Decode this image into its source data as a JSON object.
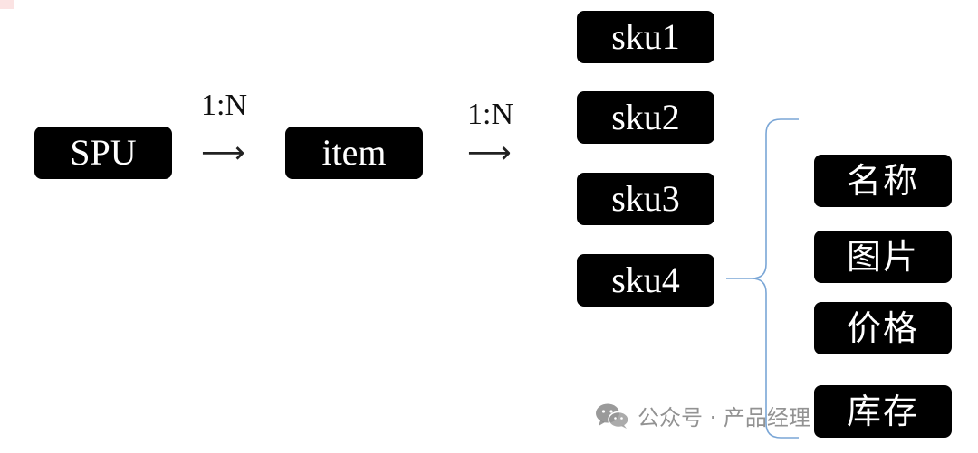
{
  "nodes": {
    "spu": "SPU",
    "item": "item",
    "skus": [
      "sku1",
      "sku2",
      "sku3",
      "sku4"
    ],
    "attributes": [
      "名称",
      "图片",
      "价格",
      "库存"
    ]
  },
  "relations": {
    "spu_to_item": {
      "ratio": "1:N",
      "arrow": "⟶"
    },
    "item_to_sku": {
      "ratio": "1:N",
      "arrow": "⟶"
    }
  },
  "watermark": {
    "icon": "wechat-icon",
    "text": "公众号 · 产品经理"
  },
  "colors": {
    "node_bg": "#000000",
    "node_text": "#ffffff",
    "brace": "#7aa6d6"
  }
}
